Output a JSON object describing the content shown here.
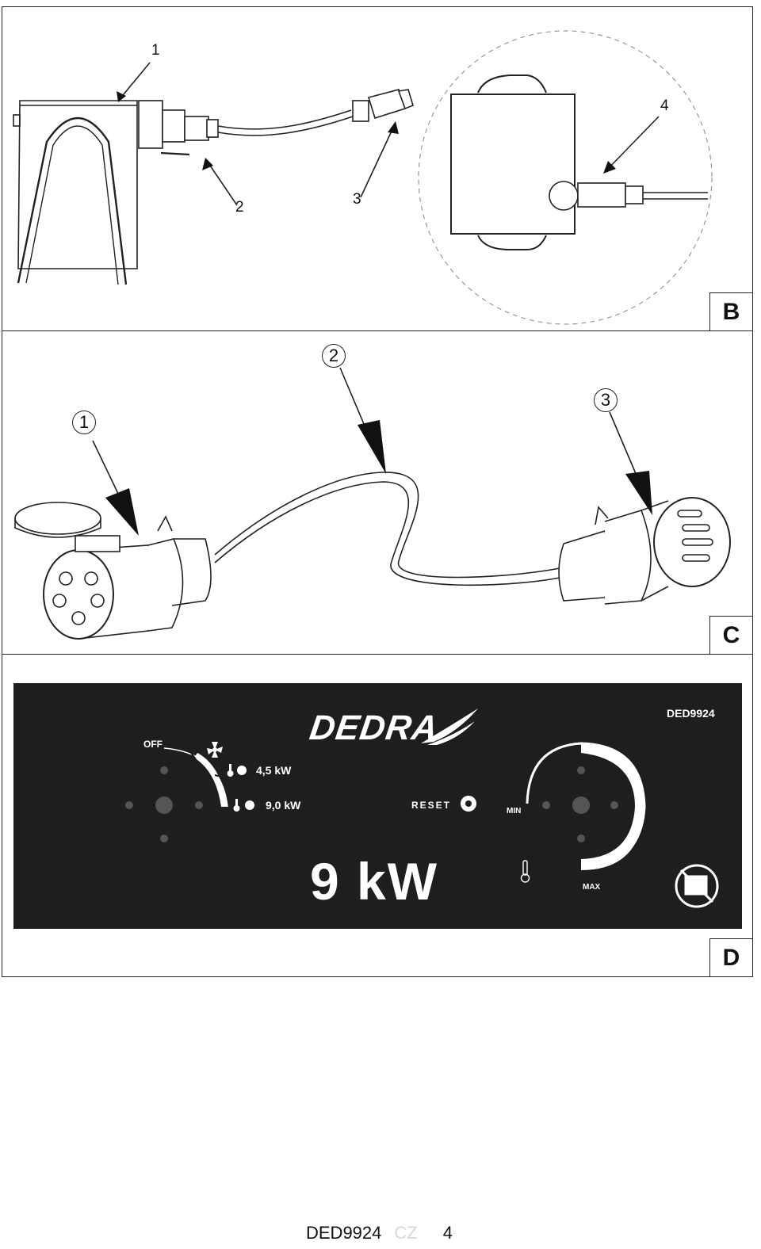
{
  "panels": {
    "b": {
      "letter": "B",
      "callouts": [
        "1",
        "2",
        "3",
        "4"
      ]
    },
    "c": {
      "letter": "C",
      "callouts": [
        "1",
        "2",
        "3"
      ]
    },
    "d": {
      "letter": "D",
      "brand": "DEDRA",
      "model": "DED9924",
      "mode_selector": {
        "off": "OFF",
        "low": "4,5 kW",
        "high": "9,0 kW"
      },
      "reset": "RESET",
      "thermostat": {
        "min": "MIN",
        "max": "MAX"
      },
      "power_rating": "9 kW",
      "icons": [
        "fan-icon",
        "thermometer-icon",
        "reset-button-icon",
        "no-cover-icon"
      ]
    }
  },
  "footer": {
    "model": "DED9924",
    "lang": "CZ",
    "page": "4"
  }
}
